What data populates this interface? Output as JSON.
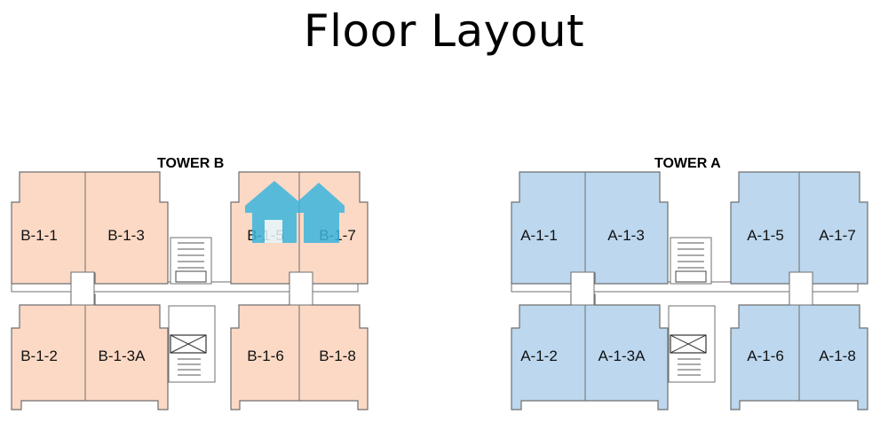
{
  "title": "Floor Layout",
  "colors": {
    "tower_b_fill": "#fbd9c5",
    "tower_a_fill": "#bcd7ee",
    "outline": "#6f6f6f",
    "corridor": "#ffffff",
    "watermark": "#3bb5dd"
  },
  "watermark_icon": "house-icon",
  "towers": [
    {
      "name": "TOWER B",
      "units": [
        "B-1-1",
        "B-1-3",
        "B-1-5",
        "B-1-7",
        "B-1-2",
        "B-1-3A",
        "B-1-6",
        "B-1-8"
      ]
    },
    {
      "name": "TOWER A",
      "units": [
        "A-1-1",
        "A-1-3",
        "A-1-5",
        "A-1-7",
        "A-1-2",
        "A-1-3A",
        "A-1-6",
        "A-1-8"
      ]
    }
  ]
}
